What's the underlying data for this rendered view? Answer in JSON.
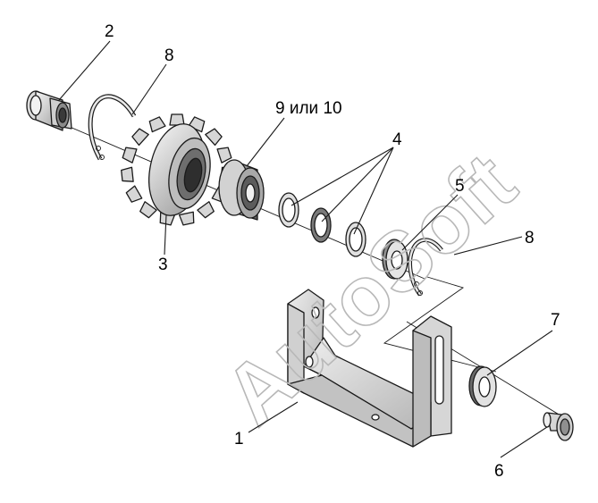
{
  "watermark": "AutoSoft",
  "callouts": {
    "c2": "2",
    "c8_top": "8",
    "c9_10": "9 или 10",
    "c4": "4",
    "c5": "5",
    "c8_right": "8",
    "c3": "3",
    "c7": "7",
    "c1": "1",
    "c6": "6"
  }
}
